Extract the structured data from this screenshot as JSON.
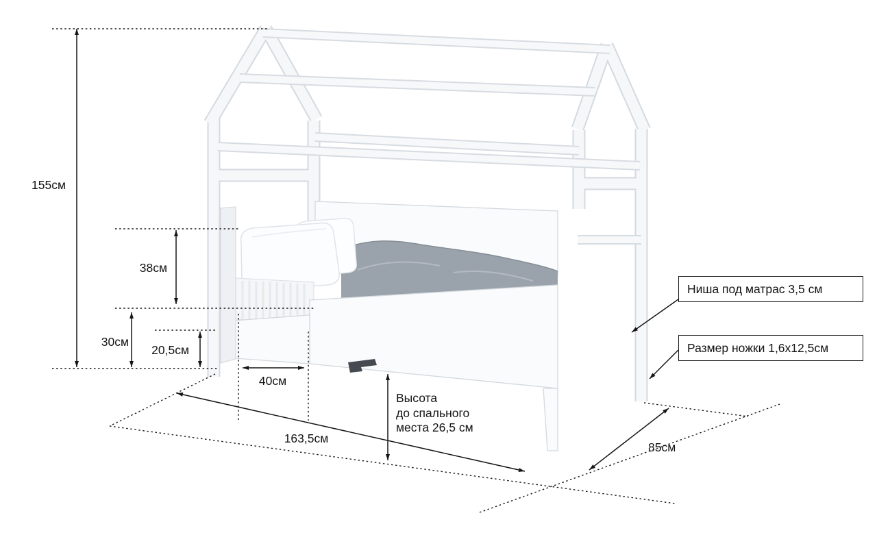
{
  "dimensions": {
    "total_height": "155см",
    "rail_height": "38см",
    "base_height": "30см",
    "panel_bottom_height": "20,5см",
    "entry_width": "40см",
    "length": "163,5см",
    "depth": "85см"
  },
  "notes": {
    "sleep_height_line1": "Высота",
    "sleep_height_line2": "до спального",
    "sleep_height_line3": "места 26,5 см"
  },
  "callouts": {
    "mattress_niche": "Ниша под матрас 3,5 см",
    "leg_size": "Размер ножки 1,6х12,5см"
  },
  "colors": {
    "dimension_lines": "#161616",
    "bed_body": "#f5f7f9",
    "blanket": "#9aa2ab"
  }
}
